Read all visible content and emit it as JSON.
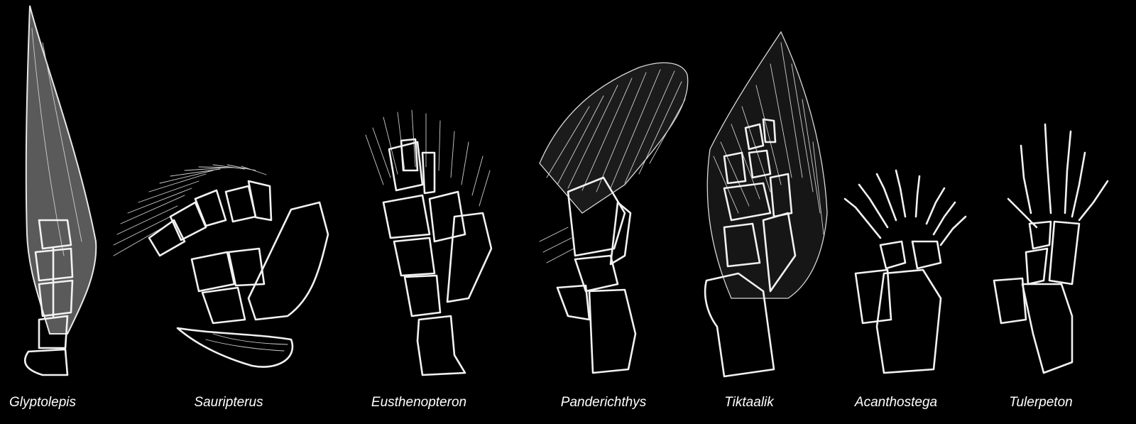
{
  "specimens": [
    {
      "id": "glyptolepis",
      "label": "Glyptolepis"
    },
    {
      "id": "sauripterus",
      "label": "Sauripterus"
    },
    {
      "id": "eusthenopteron",
      "label": "Eusthenopteron"
    },
    {
      "id": "panderichthys",
      "label": "Panderichthys"
    },
    {
      "id": "tiktaalik",
      "label": "Tiktaalik"
    },
    {
      "id": "acanthostega",
      "label": "Acanthostega"
    },
    {
      "id": "tulerpeton",
      "label": "Tulerpeton"
    }
  ],
  "colors": {
    "background": "#000000",
    "line": "#f2f2f2",
    "fin": "#5a5a5a"
  }
}
